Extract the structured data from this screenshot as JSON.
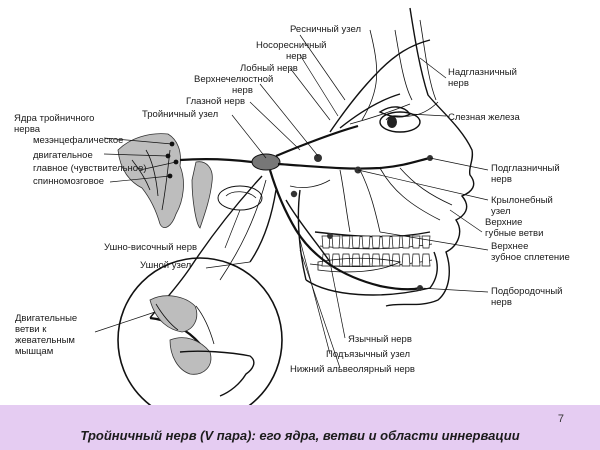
{
  "labels": {
    "ciliary_ganglion": "Ресничный узел",
    "nasociliary_nerve_1": "Носоресничный",
    "nasociliary_nerve_2": "нерв",
    "frontal_nerve": "Лобный нерв",
    "maxillary_nerve_1": "Верхнечелюстной",
    "maxillary_nerve_2": "нерв",
    "ophthalmic_nerve": "Глазной нерв",
    "trigeminal_ganglion": "Тройничный узел",
    "nuclei_title_1": "Ядра тройничного",
    "nuclei_title_2": "нерва",
    "nucleus_mesencephalic": "мезэнцефалическое",
    "nucleus_motor": "двигательное",
    "nucleus_main": "главное (чувствительное)",
    "nucleus_spinal": "спинномозговое",
    "supraorbital_1": "Надглазничный",
    "supraorbital_2": "нерв",
    "lacrimal_gland": "Слезная железа",
    "infraorbital_1": "Подглазничный",
    "infraorbital_2": "нерв",
    "pterygopalatine_1": "Крылонебный",
    "pterygopalatine_2": "узел",
    "upper_labial_1": "Верхние",
    "upper_labial_2": "губные ветви",
    "upper_dental_1": "Верхнее",
    "upper_dental_2": "зубное сплетение",
    "auriculotemporal": "Ушно-височный нерв",
    "otic_ganglion": "Ушной узел",
    "mental_1": "Подбородочный",
    "mental_2": "нерв",
    "motor_branches_1": "Двигательные",
    "motor_branches_2": "ветви к",
    "motor_branches_3": "жевательным",
    "motor_branches_4": "мышцам",
    "lingual_nerve": "Язычный нерв",
    "submandibular_ganglion": "Подъязычный узел",
    "inferior_alveolar": "Нижний альвеолярный нерв"
  },
  "footer": {
    "caption": "Тройничный нерв (V пара): его ядра, ветви и области иннервации",
    "slide_number": "7"
  },
  "colors": {
    "footer_background": "#e5ccf2"
  }
}
